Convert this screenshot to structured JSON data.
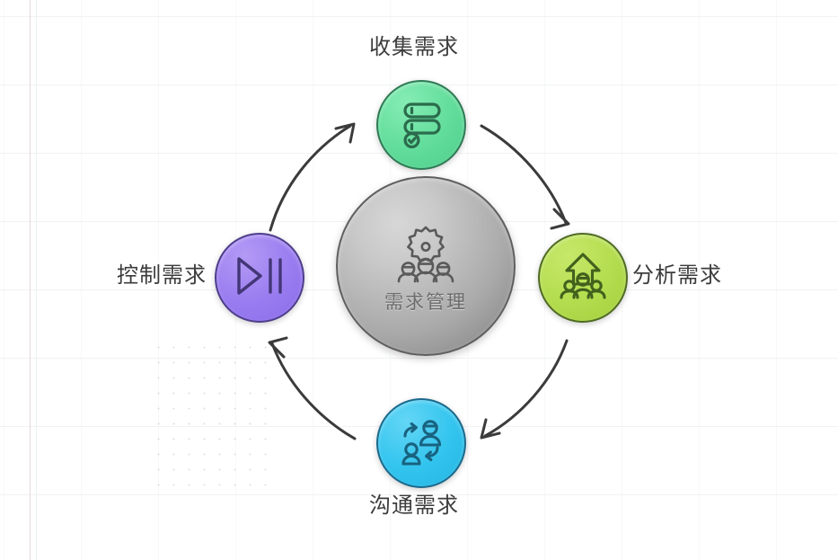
{
  "diagram": {
    "title_center": "需求管理",
    "center_icon": "gear-team-icon",
    "flow_direction": "clockwise",
    "nodes": [
      {
        "id": "collect",
        "position": "top",
        "label": "收集需求",
        "icon": "checklist-icon",
        "color": "#62dd9b",
        "border_color": "#2f7a55"
      },
      {
        "id": "analyze",
        "position": "right",
        "label": "分析需求",
        "icon": "up-arrow-team-icon",
        "color": "#b4dd4f",
        "border_color": "#4f6b23"
      },
      {
        "id": "communicate",
        "position": "bottom",
        "label": "沟通需求",
        "icon": "exchange-people-icon",
        "color": "#34c5ef",
        "border_color": "#1b6a8c"
      },
      {
        "id": "control",
        "position": "left",
        "label": "控制需求",
        "icon": "play-pause-icon",
        "color": "#9a7df0",
        "border_color": "#4e3e8c"
      }
    ],
    "center": {
      "label": "需求管理",
      "color": "#aaaaaa",
      "border_color": "#5f5f5f"
    },
    "arrows": [
      {
        "id": "arrow-control-to-collect",
        "from": "control",
        "to": "collect"
      },
      {
        "id": "arrow-collect-to-analyze",
        "from": "collect",
        "to": "analyze"
      },
      {
        "id": "arrow-analyze-to-communicate",
        "from": "analyze",
        "to": "communicate"
      },
      {
        "id": "arrow-communicate-to-control",
        "from": "communicate",
        "to": "control"
      }
    ],
    "arrow_color": "#3a3a3a",
    "background_color": "#ffffff"
  }
}
